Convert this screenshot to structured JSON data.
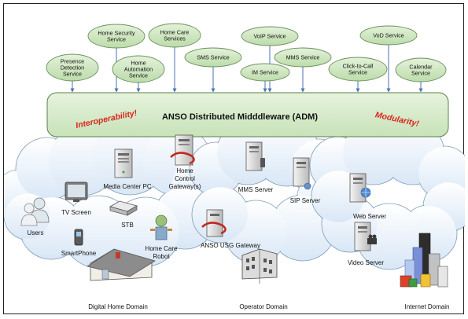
{
  "services": [
    {
      "id": "presence",
      "lines": [
        "Presence",
        "Detection",
        "Service"
      ]
    },
    {
      "id": "home-security",
      "lines": [
        "Home Security",
        "Service"
      ]
    },
    {
      "id": "home-automation",
      "lines": [
        "Home",
        "Automation",
        "Service"
      ]
    },
    {
      "id": "home-care",
      "lines": [
        "Home Care",
        "Services"
      ]
    },
    {
      "id": "sms",
      "lines": [
        "SMS Service"
      ]
    },
    {
      "id": "voip",
      "lines": [
        "VoIP Service"
      ]
    },
    {
      "id": "im",
      "lines": [
        "IM Service"
      ]
    },
    {
      "id": "mms",
      "lines": [
        "MMS Service"
      ]
    },
    {
      "id": "click-to-call",
      "lines": [
        "Click-to-Call",
        "Service"
      ]
    },
    {
      "id": "vod",
      "lines": [
        "VoD Service"
      ]
    },
    {
      "id": "calendar",
      "lines": [
        "Calendar",
        "Service"
      ]
    }
  ],
  "middleware": {
    "title": "ANSO Distributed Midddleware (ADM)",
    "left_tag": "Interoperability!",
    "right_tag": "Modularity!"
  },
  "devices": {
    "media_center": "Media Center PC",
    "home_control": [
      "Home",
      "Control",
      "Gateway(s)"
    ],
    "tv": "TV Screen",
    "users": "Users",
    "stb": "STB",
    "smartphone": "SmartPhone",
    "robot": [
      "Home Care",
      "Robot"
    ],
    "usg": "ANSO USG Gateway",
    "mms_server": "MMS Server",
    "sip_server": "SIP Server",
    "web_server": "Web Server",
    "video_server": "Video Server"
  },
  "domains": {
    "home": "Digital Home Domain",
    "operator": "Operator Domain",
    "internet": "Internet Domain"
  },
  "colors": {
    "service_fill": "#cfe6c3",
    "service_stroke": "#6a8f5c",
    "middleware_fill": "#d8ecce",
    "accent_red": "#d9241b",
    "cloud_fill": "#e9f2fb",
    "cloud_stroke": "#7f9db8",
    "arrow": "#4a72b5"
  }
}
